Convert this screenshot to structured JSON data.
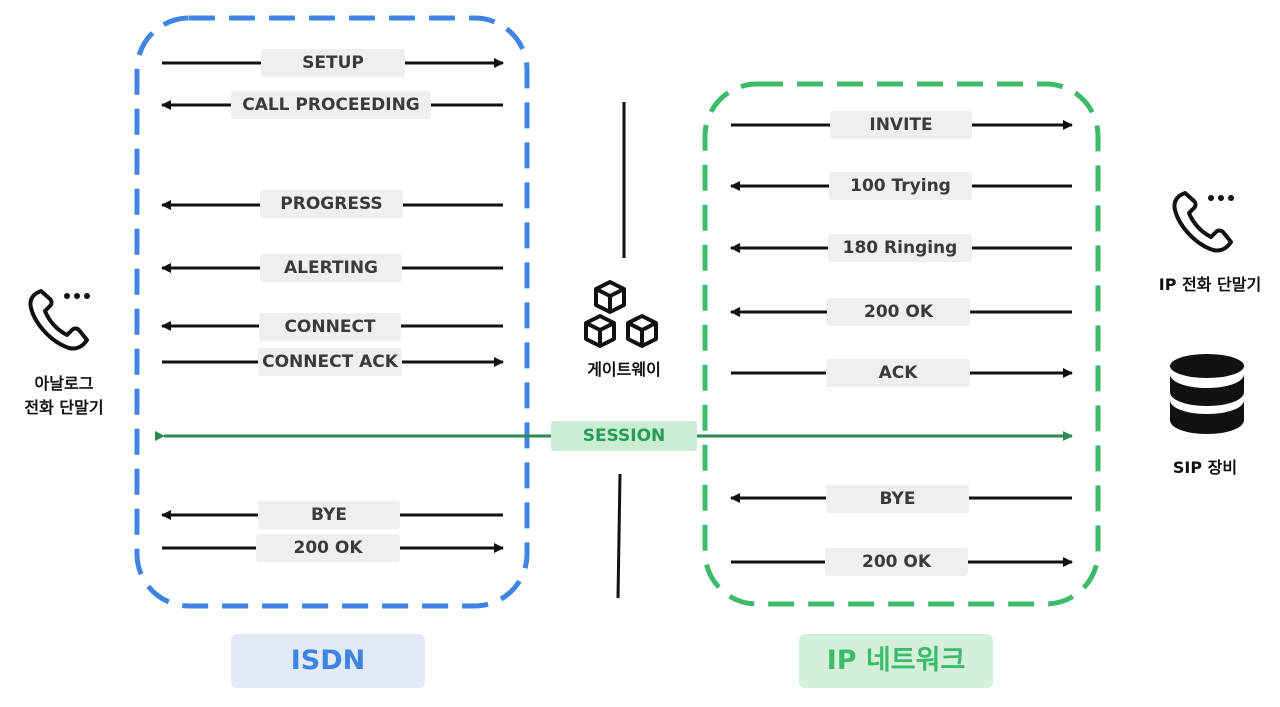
{
  "isdn": {
    "messages": [
      {
        "label": "SETUP",
        "direction": "right"
      },
      {
        "label": "CALL PROCEEDING",
        "direction": "left"
      },
      {
        "label": "PROGRESS",
        "direction": "left"
      },
      {
        "label": "ALERTING",
        "direction": "left"
      },
      {
        "label": "CONNECT",
        "direction": "left"
      },
      {
        "label": "CONNECT ACK",
        "direction": "right"
      },
      {
        "label": "BYE",
        "direction": "left"
      },
      {
        "label": "200 OK",
        "direction": "right"
      }
    ],
    "label": "ISDN",
    "color": "#3f84e5",
    "label_bg": "#e3eaf7"
  },
  "ip_network": {
    "messages": [
      {
        "label": "INVITE",
        "direction": "right"
      },
      {
        "label": "100 Trying",
        "direction": "left"
      },
      {
        "label": "180 Ringing",
        "direction": "left"
      },
      {
        "label": "200 OK",
        "direction": "left"
      },
      {
        "label": "ACK",
        "direction": "right"
      },
      {
        "label": "BYE",
        "direction": "left"
      },
      {
        "label": "200 OK",
        "direction": "right"
      }
    ],
    "label": "IP 네트워크",
    "color": "#3dba6a",
    "label_bg": "#d4f0dd"
  },
  "session": {
    "label": "SESSION",
    "color": "#2b8a4f"
  },
  "gateway": {
    "label": "게이트웨이",
    "icon": "cubes-icon"
  },
  "analog_phone": {
    "label_line1": "아날로그",
    "label_line2": "전화 단말기",
    "icon": "phone-icon"
  },
  "ip_phone": {
    "label": "IP 전화 단말기",
    "icon": "phone-icon"
  },
  "sip_device": {
    "label": "SIP 장비",
    "icon": "database-icon"
  }
}
